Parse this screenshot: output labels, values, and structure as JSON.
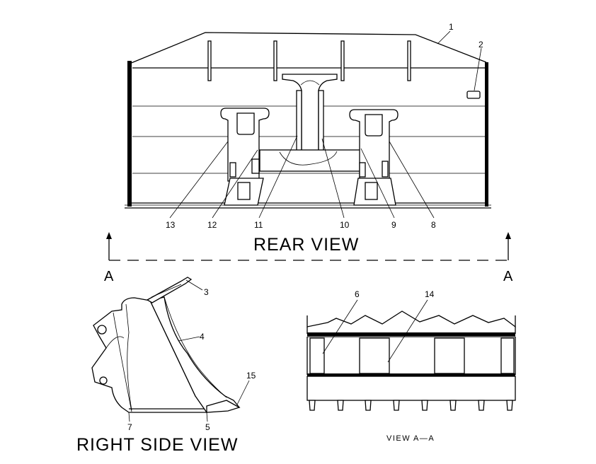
{
  "views": {
    "rear": "REAR VIEW",
    "side": "RIGHT SIDE VIEW",
    "section": "VIEW A—A"
  },
  "section_markers": {
    "left": "A",
    "right": "A"
  },
  "callouts": {
    "c1": "1",
    "c2": "2",
    "c3": "3",
    "c4": "4",
    "c5": "5",
    "c6": "6",
    "c7": "7",
    "c8": "8",
    "c9": "9",
    "c10": "10",
    "c11": "11",
    "c12": "12",
    "c13": "13",
    "c14": "14",
    "c15": "15"
  }
}
